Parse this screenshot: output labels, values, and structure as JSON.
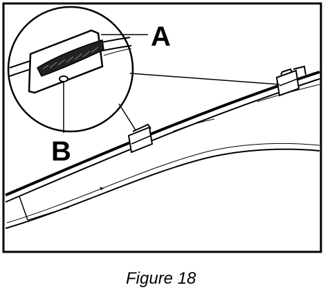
{
  "labels": {
    "a": "A",
    "b": "B"
  },
  "caption": "Figure 18",
  "colors": {
    "ink": "#000000",
    "paper": "#ffffff"
  }
}
